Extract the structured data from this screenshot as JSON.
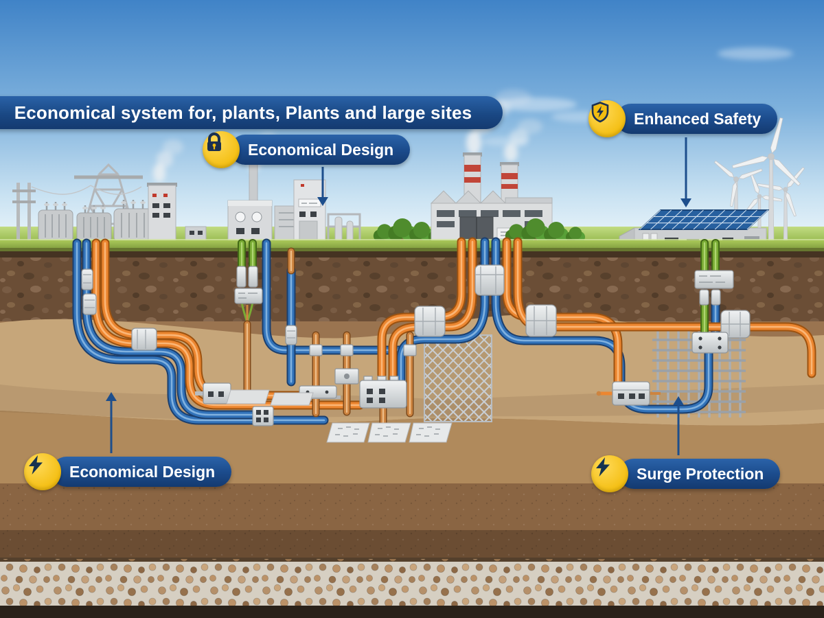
{
  "title": {
    "text": "Economical system for, plants, Plants and large sites"
  },
  "badges": {
    "top_economical": {
      "label": "Economical Design",
      "icon": "lock-icon"
    },
    "enhanced_safety": {
      "label": "Enhanced Safety",
      "icon": "shield-bolt-icon"
    },
    "bottom_economical": {
      "label": "Economical Design",
      "icon": "lightning-bolt-icon"
    },
    "surge_protection": {
      "label": "Surge Protection",
      "icon": "lightning-bolt-icon"
    }
  },
  "scene": {
    "above_ground": [
      "substation",
      "power-plant",
      "factory",
      "trees",
      "solar-roof-building",
      "wind-turbines",
      "smoke-plumes",
      "grass"
    ],
    "underground": [
      "orange-cables",
      "blue-cables",
      "green-ground-cables",
      "copper-ground-rods",
      "diamond-grounding-mesh",
      "square-grounding-grid",
      "cable-joint-sleeves",
      "junction-boxes",
      "perforated-ground-plates",
      "soil-layers",
      "gravel-layer"
    ]
  },
  "colors": {
    "sky_blue": "#4083c7",
    "grass_green": "#9cbb4e",
    "banner_blue": "#1d518f",
    "badge_yellow": "#f7c71e",
    "icon_navy": "#1b3050",
    "cable_orange": "#ec8630",
    "cable_blue": "#3273ba",
    "cable_green": "#79ab34",
    "copper": "#cd8440",
    "soil_brown": "#8a6746",
    "sand_tan": "#c6a67a",
    "arrow_blue": "#1d4e8c"
  }
}
